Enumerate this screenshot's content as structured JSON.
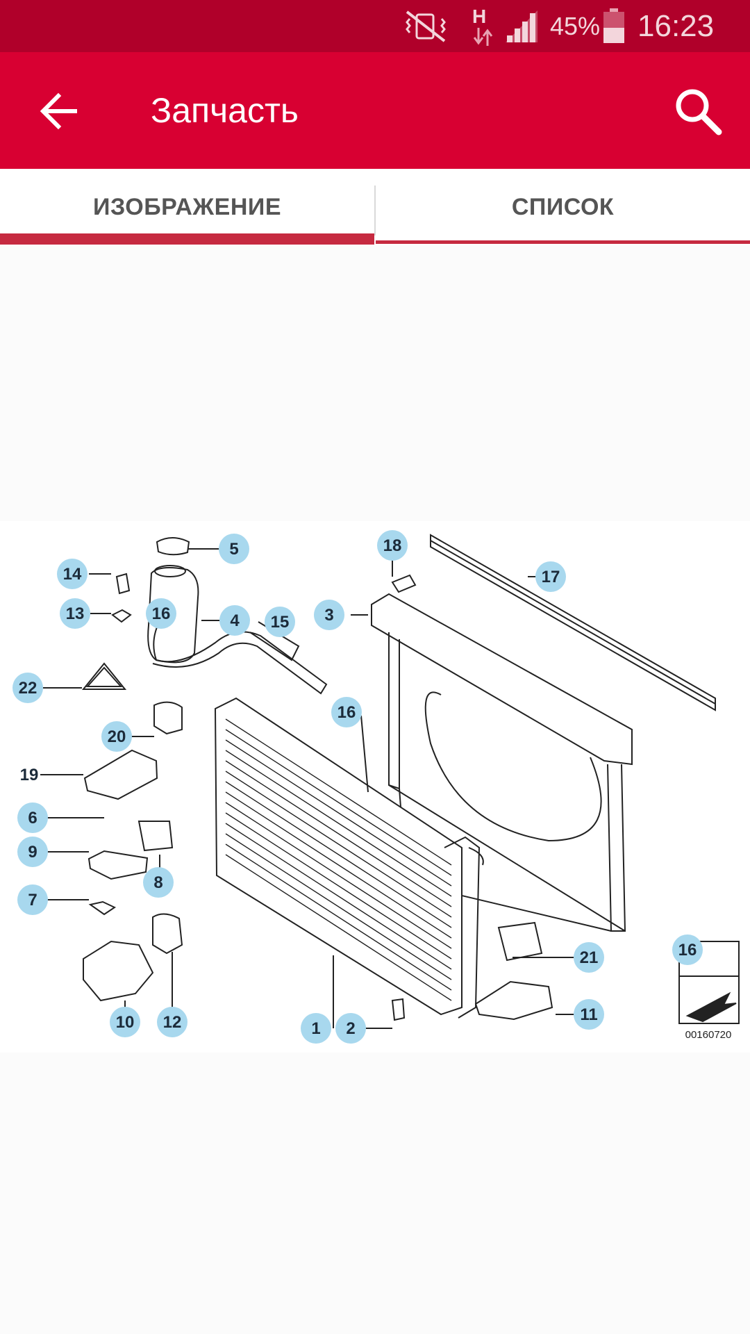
{
  "status_bar": {
    "battery_percent": "45%",
    "time": "16:23",
    "network_letter": "H"
  },
  "toolbar": {
    "title": "Запчасть"
  },
  "tabs": [
    {
      "label": "ИЗОБРАЖЕНИЕ",
      "selected": true
    },
    {
      "label": "СПИСОК",
      "selected": false
    }
  ],
  "diagram": {
    "callouts": [
      "1",
      "2",
      "3",
      "4",
      "5",
      "6",
      "7",
      "8",
      "9",
      "10",
      "11",
      "12",
      "13",
      "14",
      "15",
      "16",
      "17",
      "18",
      "19",
      "20",
      "21",
      "22"
    ],
    "image_code": "00160720"
  },
  "colors": {
    "status_bar": "#b0002a",
    "toolbar": "#d80032",
    "tab_indicator": "#c62a40",
    "callout_fill": "#a8d8ee"
  }
}
